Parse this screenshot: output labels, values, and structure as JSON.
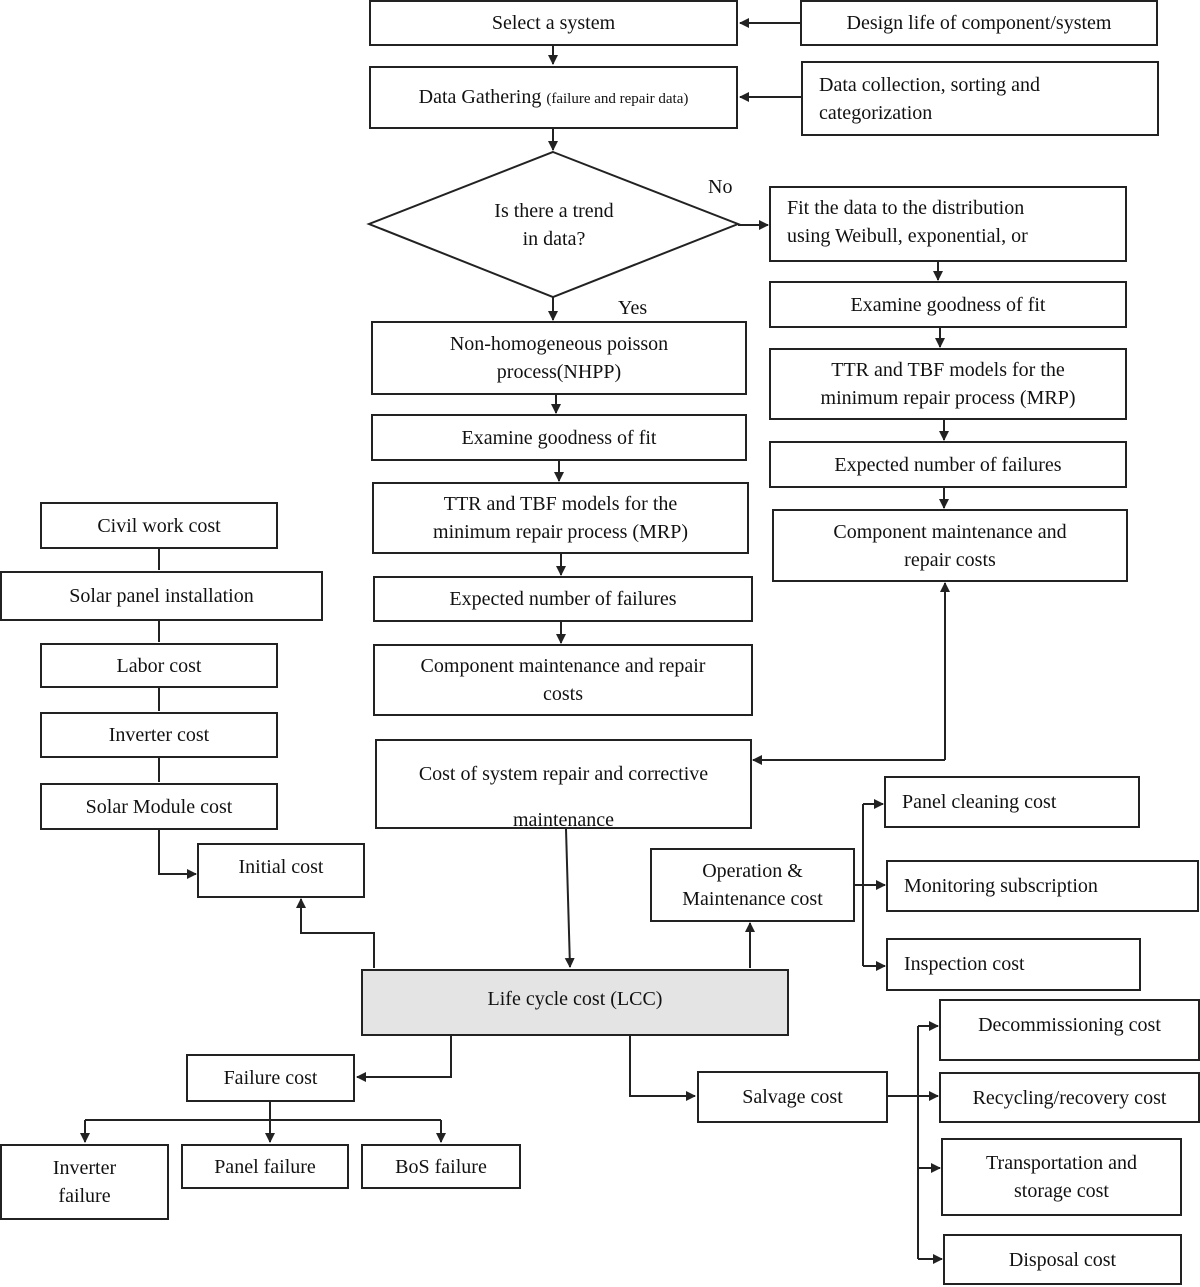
{
  "nodes": {
    "select_system": "Select a system",
    "design_life": "Design life of component/system",
    "data_gathering": "Data Gathering",
    "data_gathering_note": "(failure and repair data)",
    "data_collection_1": "Data collection, sorting and",
    "data_collection_2": "categorization",
    "trend_1": "Is there a trend",
    "trend_2": "in data?",
    "fit_1": "Fit the data to the distribution",
    "fit_2": "using Weibull, exponential, or",
    "goodness_right": "Examine goodness of fit",
    "ttr_right_1": "TTR and TBF models for the",
    "ttr_right_2": "minimum repair process (MRP)",
    "expected_right": "Expected number of failures",
    "component_right_1": "Component maintenance and",
    "component_right_2": "repair costs",
    "nhpp_1": "Non-homogeneous poisson",
    "nhpp_2": "process(NHPP)",
    "goodness_mid": "Examine goodness of fit",
    "ttr_mid_1": "TTR and TBF models for the",
    "ttr_mid_2": "minimum repair process (MRP)",
    "expected_mid": "Expected number of failures",
    "component_mid_1": "Component maintenance and repair",
    "component_mid_2": "costs",
    "system_repair_1": "Cost of system repair and corrective",
    "system_repair_2": "maintenance",
    "civil_work": "Civil work  cost",
    "solar_panel_installation": "Solar panel installation",
    "labor": "Labor cost",
    "inverter_cost": "Inverter cost",
    "solar_module": "Solar Module cost",
    "initial_cost": "Initial cost",
    "om_1": "Operation &",
    "om_2": "Maintenance  cost",
    "panel_cleaning": "Panel cleaning cost",
    "monitoring": "Monitoring subscription",
    "inspection": "Inspection cost",
    "lcc": "Life cycle cost (LCC)",
    "failure_cost": "Failure cost",
    "inverter_failure_1": "Inverter",
    "inverter_failure_2": "failure",
    "panel_failure": "Panel failure",
    "bos_failure": "BoS failure",
    "salvage": "Salvage cost",
    "decommissioning": "Decommissioning cost",
    "recycling": "Recycling/recovery cost",
    "transport_1": "Transportation and",
    "transport_2": "storage cost",
    "disposal": "Disposal  cost"
  },
  "labels": {
    "no": "No",
    "yes": "Yes"
  },
  "colors": {
    "stroke": "#222222",
    "lcc_fill": "#e4e4e4"
  }
}
